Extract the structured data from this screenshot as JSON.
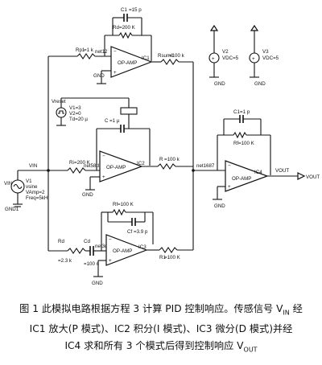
{
  "figure": {
    "caption": {
      "line1_pre": "图 1  此模拟电路根据方程 3 计算 PID 控制响应。传感信号 V",
      "line1_sub": "IN",
      "line1_post": " 经",
      "line2": "IC1 放大(P 模式)、IC2 积分(I 模式)、IC3 微分(D 模式)并经",
      "line3_pre": "IC4 求和所有 3 个模式后得到控制响应 V",
      "line3_sub": "OUT"
    }
  },
  "schematic": {
    "ic1": {
      "name": "IC1",
      "type": "OP-AMP",
      "r_in": "Rp1",
      "r_in_val": "=1 k",
      "r_out": "Rsum1",
      "r_out_val": "=100 k",
      "r_fb": "Rd",
      "r_fb_val": "=200 K",
      "c": "C1",
      "c_val": "=15 p",
      "net": "net12",
      "gnd": "GND"
    },
    "ic2": {
      "name": "IC2",
      "type": "OP-AMP",
      "r_in": "Ri",
      "r_in_val": "=200 K",
      "r_out": "R",
      "r_out_val": "=100 k",
      "c": "C",
      "c_val": "=1 µ",
      "net": "net58d",
      "gnd": "GND"
    },
    "ic3": {
      "name": "IC3",
      "type": "OP-AMP",
      "r_in": "Rd",
      "r_in_val": "=2.3 k",
      "r_fb": "Rf",
      "r_fb_val": "=100 K",
      "c": "Cd",
      "c_val": "=100 n",
      "c2": "Cf",
      "c2_val": "=3.9 p",
      "r_out": "R1",
      "r_out_val": "=100 K",
      "net": "net3d",
      "gnd": "GND"
    },
    "ic4": {
      "name": "IC4",
      "type": "OP-AMP",
      "r_fb": "Rf",
      "r_fb_val": "=100 K",
      "c": "C1",
      "c_val": "=1 p",
      "net": "net1687",
      "gnd": "GND"
    },
    "sources": {
      "vin": {
        "name": "V1",
        "value": "vsine",
        "amp": "VAmp=2",
        "freq": "Freq=5kH",
        "label": "VIN",
        "gnd": "GND1"
      },
      "vreset": {
        "name": "Vreset",
        "v": "V1=3",
        "v2": "V2=0",
        "t": "Td=20 µ"
      },
      "v2": {
        "name": "V2",
        "value": "VDC=5",
        "gnd": "GND"
      },
      "v3": {
        "name": "V3",
        "value": "VDC=5",
        "gnd": "GND"
      }
    },
    "vout_label": "VOUT"
  }
}
